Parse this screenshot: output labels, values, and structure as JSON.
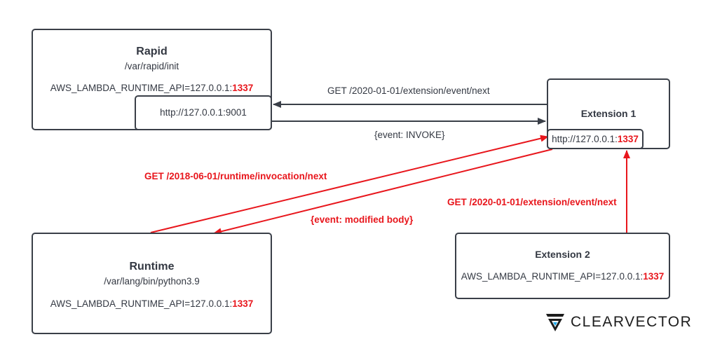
{
  "colors": {
    "accent": "#e8161c",
    "box_border": "#3a3f48",
    "text": "#333842",
    "logo_accent": "#1aa7e8"
  },
  "rapid": {
    "title": "Rapid",
    "path": "/var/rapid/init",
    "env_prefix": "AWS_LAMBDA_RUNTIME_API=127.0.0.1:",
    "env_port": "1337",
    "endpoint": "http://127.0.0.1:9001"
  },
  "extension1": {
    "title": "Extension 1",
    "endpoint_prefix": "http://127.0.0.1:",
    "endpoint_port": "1337"
  },
  "runtime": {
    "title": "Runtime",
    "path": "/var/lang/bin/python3.9",
    "env_prefix": "AWS_LAMBDA_RUNTIME_API=127.0.0.1:",
    "env_port": "1337"
  },
  "extension2": {
    "title": "Extension 2",
    "env_prefix": "AWS_LAMBDA_RUNTIME_API=127.0.0.1:",
    "env_port": "1337"
  },
  "arrows": {
    "ext1_to_rapid": "GET /2020-01-01/extension/event/next",
    "rapid_to_ext1": "{event: INVOKE}",
    "runtime_to_ext1": "GET /2018-06-01/runtime/invocation/next",
    "ext1_to_runtime": "{event: modified body}",
    "ext2_to_ext1": "GET /2020-01-01/extension/event/next"
  },
  "logo": {
    "text": "CLEARVECTOR",
    "icon": "clearvector-logo-icon"
  }
}
